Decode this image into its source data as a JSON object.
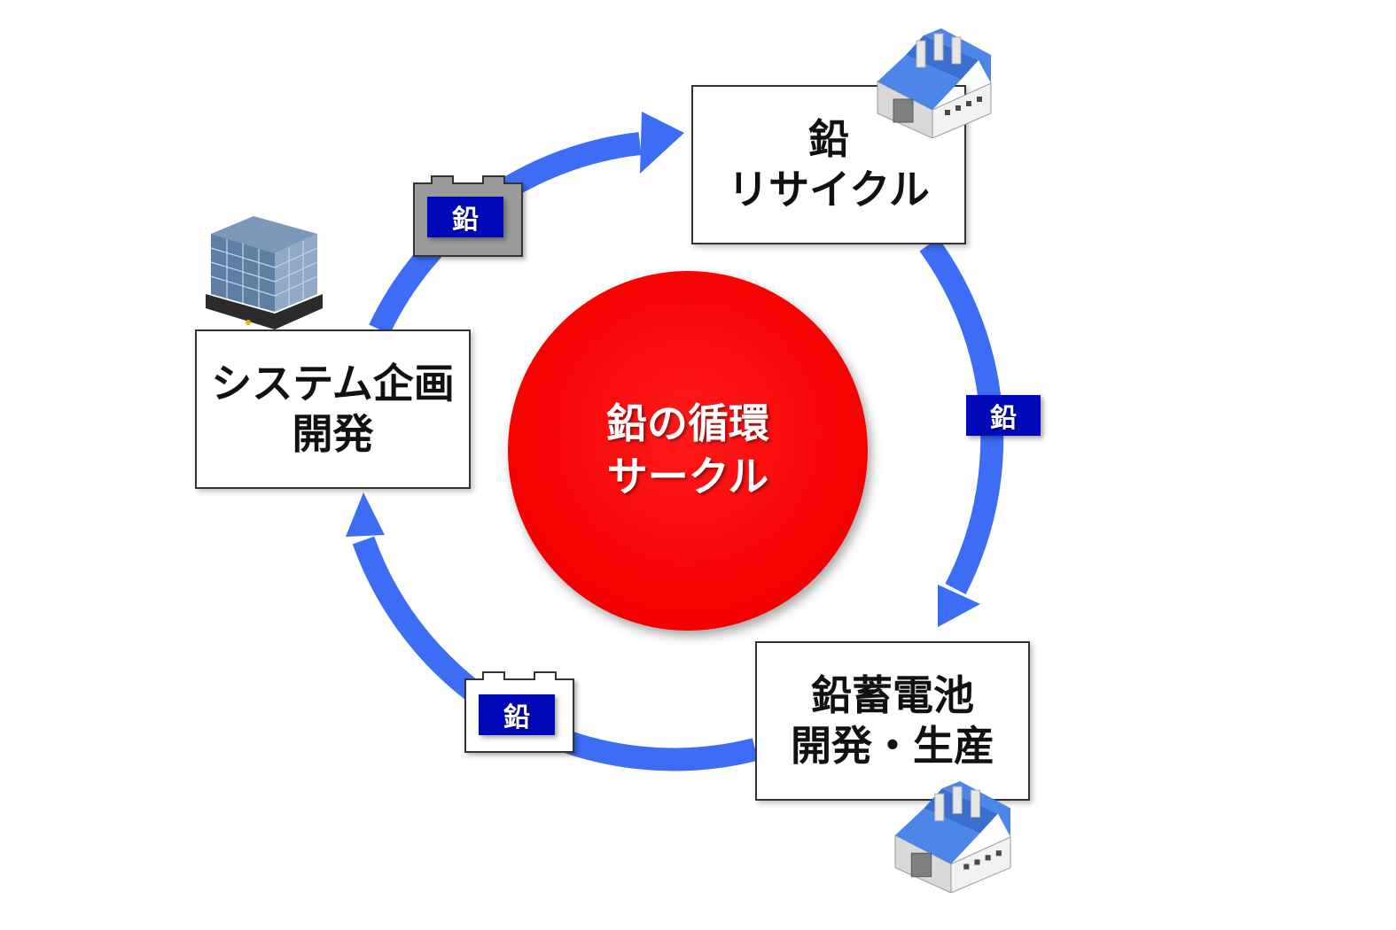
{
  "colors": {
    "arrow": "#3d6cf5",
    "center_fill": "#f40000",
    "label_fill": "#0008b8",
    "battery_gray": "#9a9a9a",
    "factory_roof": "#4d86e8",
    "building_glass": "#5e7fa3"
  },
  "center": {
    "line1": "鉛の循環",
    "line2": "サークル"
  },
  "nodes": {
    "recycle": {
      "line1": "鉛",
      "line2": "リサイクル",
      "icon": "factory-icon"
    },
    "battery_dev": {
      "line1": "鉛蓄電池",
      "line2": "開発・生産",
      "icon": "factory-icon"
    },
    "system_dev": {
      "line1": "システム企画",
      "line2": "開発",
      "icon": "office-building-icon"
    }
  },
  "labels": {
    "top_left": "鉛",
    "right": "鉛",
    "bottom_left": "鉛"
  }
}
